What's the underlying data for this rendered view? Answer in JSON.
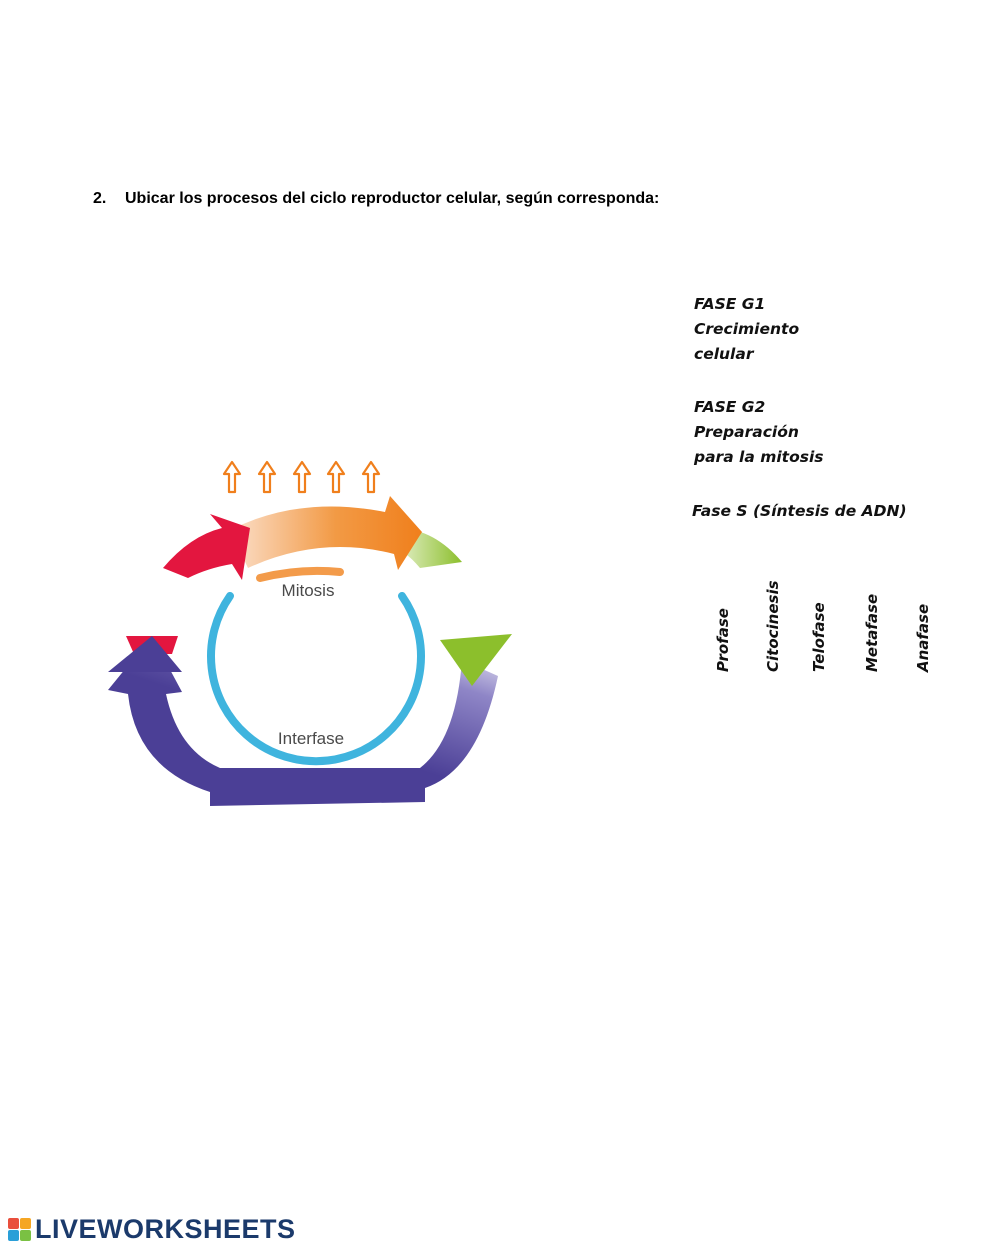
{
  "question": {
    "number": "2.",
    "text": "Ubicar los procesos del ciclo reproductor celular, según corresponda:"
  },
  "diagram": {
    "mitosis_label": "Mitosis",
    "interfase_label": "Interfase",
    "colors": {
      "red": "#e3163f",
      "orange": "#f07f1c",
      "green": "#8cbf2c",
      "purple": "#4b3f96",
      "blue": "#3fb4de"
    }
  },
  "labels": {
    "g1": [
      "FASE G1",
      "Crecimiento",
      "celular"
    ],
    "g2": [
      "FASE G2",
      "Preparación",
      "para la mitosis"
    ],
    "s": "Fase S (Síntesis de ADN)"
  },
  "phase_words": [
    "Profase",
    "Citocinesis",
    "Telofase",
    "Metafase",
    "Anafase"
  ],
  "brand": {
    "text": "LIVEWORKSHEETS",
    "mark_colors": [
      "#e94e3c",
      "#f5a623",
      "#2a9fd8",
      "#7ac143"
    ]
  }
}
